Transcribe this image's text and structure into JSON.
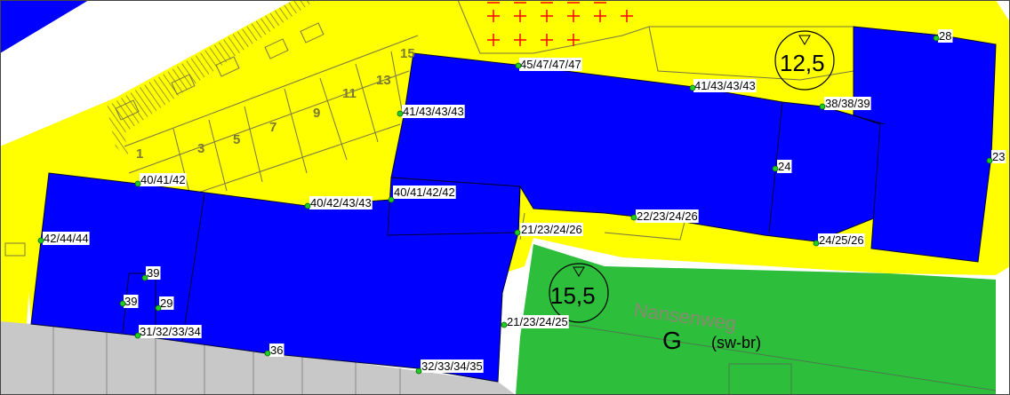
{
  "colors": {
    "building": "#0000ff",
    "zone_yellow": "#ffff00",
    "green_area": "#2dbe3c",
    "grey_area": "#c8c8c8",
    "hatch": "#9a9a2a",
    "red_cross": "#ff0000",
    "line": "#555555",
    "point": "#22cc22"
  },
  "labels": [
    {
      "text": "28"
    },
    {
      "text": "45/47/47/47"
    },
    {
      "text": "41/43/43/43"
    },
    {
      "text": "38/38/39"
    },
    {
      "text": "41/43/43/43"
    },
    {
      "text": "24"
    },
    {
      "text": "23"
    },
    {
      "text": "40/41/42"
    },
    {
      "text": "40/42/43/43"
    },
    {
      "text": "40/41/42/42"
    },
    {
      "text": "22/23/24/26"
    },
    {
      "text": "21/23/24/26"
    },
    {
      "text": "24/25/26"
    },
    {
      "text": "42/44/44"
    },
    {
      "text": "39"
    },
    {
      "text": "39"
    },
    {
      "text": "29"
    },
    {
      "text": "21/23/24/25"
    },
    {
      "text": "31/32/33/34"
    },
    {
      "text": "36"
    },
    {
      "text": "32/33/34/35"
    }
  ],
  "plots": [
    {
      "number": "1"
    },
    {
      "number": "3"
    },
    {
      "number": "5"
    },
    {
      "number": "7"
    },
    {
      "number": "9"
    },
    {
      "number": "11"
    },
    {
      "number": "13"
    },
    {
      "number": "15"
    }
  ],
  "street": {
    "name": "Nansenweg"
  },
  "zone": {
    "letter": "G",
    "code": "(sw-br)"
  },
  "heights": [
    {
      "value": "12,5"
    },
    {
      "value": "15,5"
    }
  ]
}
